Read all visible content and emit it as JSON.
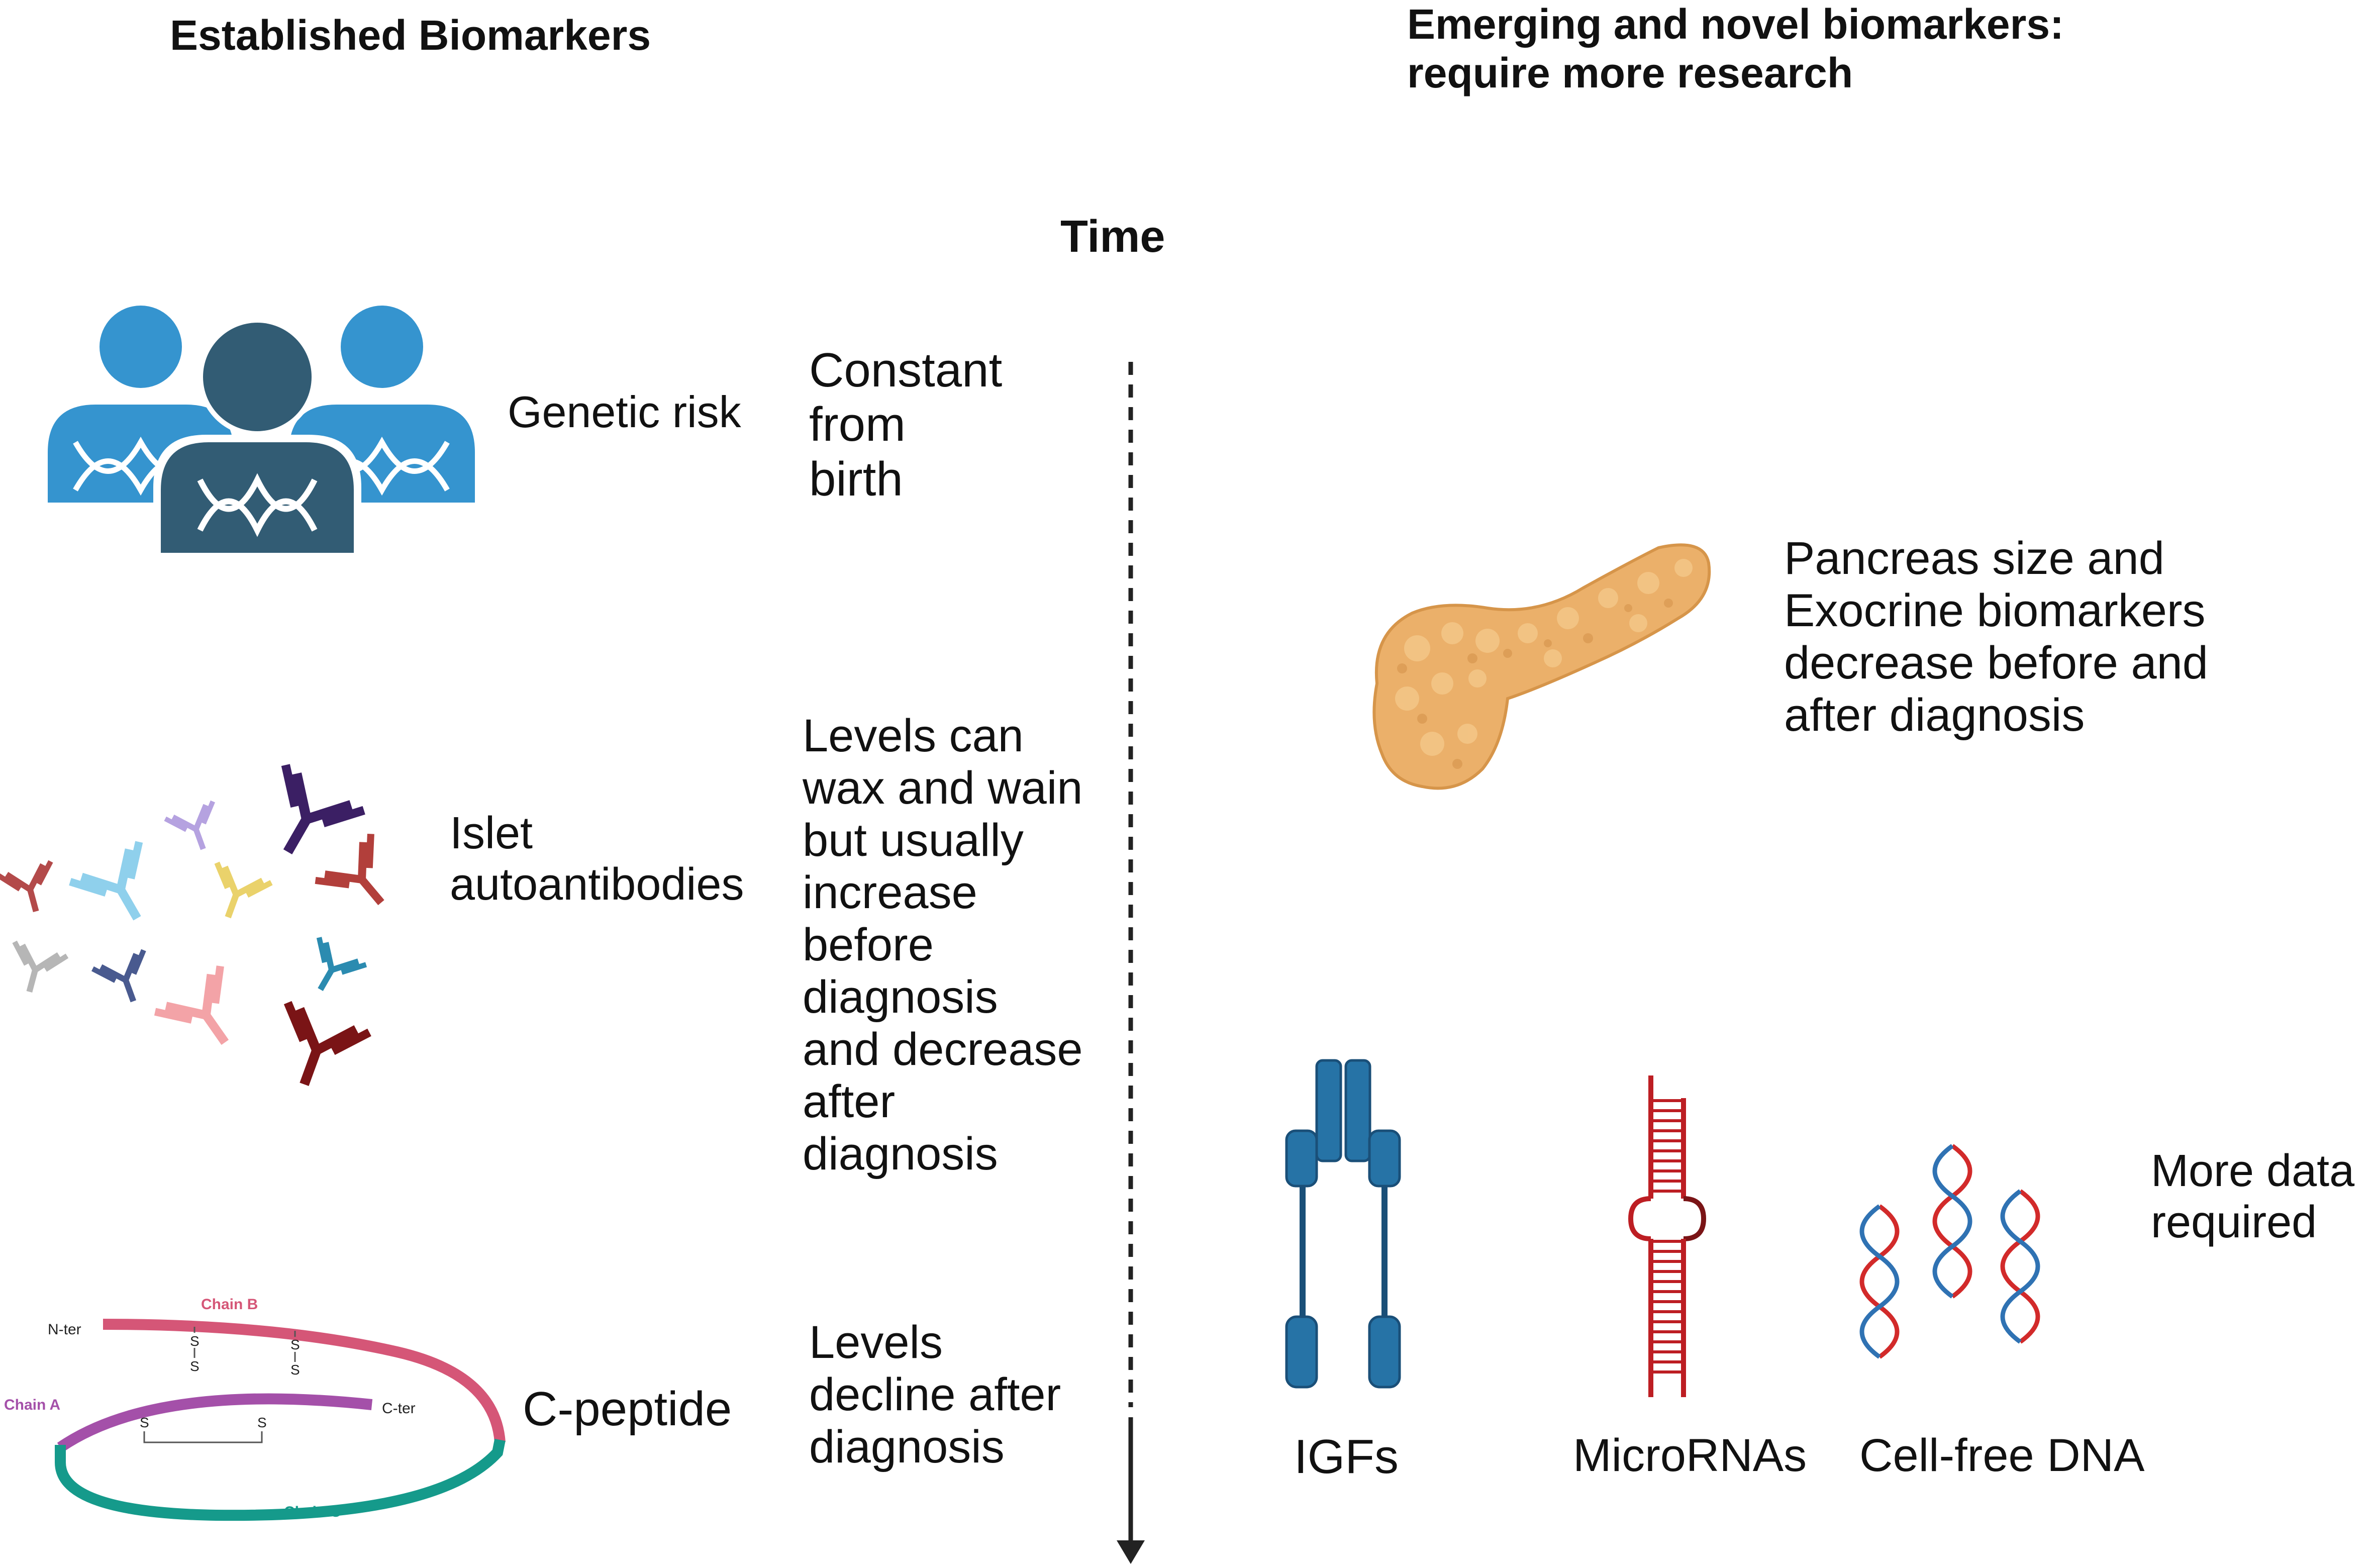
{
  "headers": {
    "established": "Established Biomarkers",
    "emerging": "Emerging and novel biomarkers:\nrequire more research",
    "time": "Time"
  },
  "left": {
    "genetic_risk": "Genetic risk",
    "genetic_desc": "Constant\nfrom\nbirth",
    "islet": "Islet\nautoantibodies",
    "islet_desc": "Levels can\nwax and wain\nbut usually\nincrease\nbefore\ndiagnosis\nand decrease\nafter\ndiagnosis",
    "cpeptide": "C-peptide",
    "cpeptide_desc": "Levels\ndecline after\ndiagnosis"
  },
  "cpeptide_diagram": {
    "chain_a": "Chain A",
    "chain_b": "Chain B",
    "chain_c": "Chain C",
    "n_ter": "N-ter",
    "c_ter": "C-ter",
    "s": "S"
  },
  "right": {
    "pancreas_desc": "Pancreas size and\nExocrine biomarkers\ndecrease before and\nafter diagnosis",
    "igfs": "IGFs",
    "micrornas": "MicroRNAs",
    "cfdna": "Cell-free DNA",
    "more_data": "More data\nrequired"
  },
  "colors": {
    "person_light": "#3594cf",
    "person_dark": "#325c74",
    "pancreas": "#ebb06a",
    "igf": "#2673a6",
    "mirna": "#bd1e23",
    "dna_red": "#d22a2a",
    "dna_blue": "#2f72b3",
    "chain_a": "#a450a9",
    "chain_b": "#d55677",
    "chain_c": "#159a8b"
  }
}
